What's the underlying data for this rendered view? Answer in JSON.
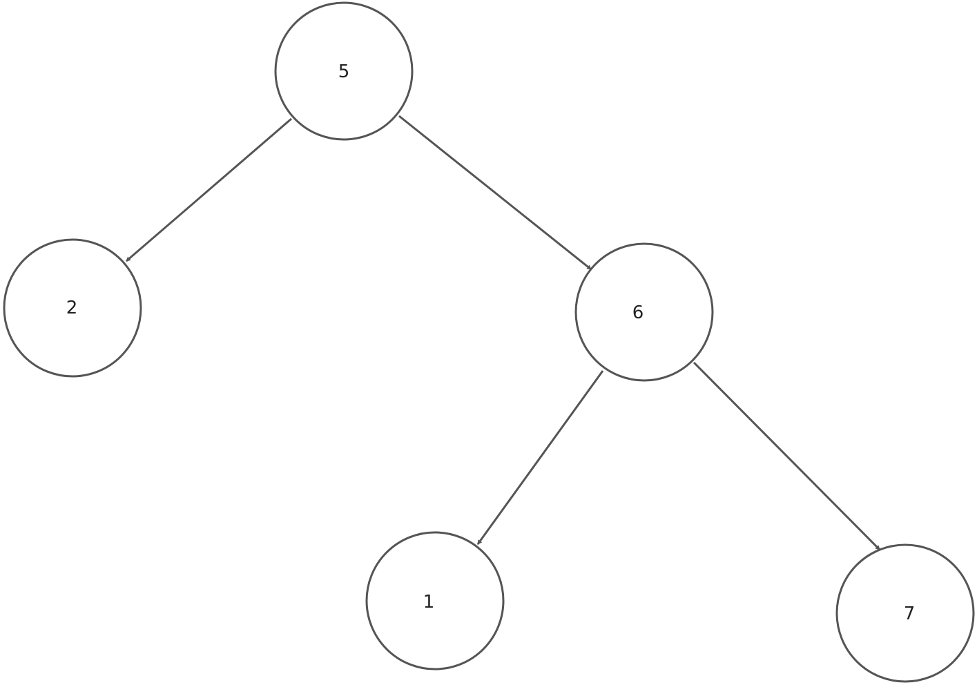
{
  "diagram": {
    "type": "binary-tree",
    "nodes": [
      {
        "id": "n5",
        "label": "5"
      },
      {
        "id": "n2",
        "label": "2"
      },
      {
        "id": "n6",
        "label": "6"
      },
      {
        "id": "n1",
        "label": "1"
      },
      {
        "id": "n7",
        "label": "7"
      }
    ],
    "edges": [
      {
        "from": "n5",
        "to": "n2"
      },
      {
        "from": "n5",
        "to": "n6"
      },
      {
        "from": "n6",
        "to": "n1"
      },
      {
        "from": "n6",
        "to": "n7"
      }
    ],
    "colors": {
      "stroke": "#555555",
      "text": "#222222",
      "background": "#ffffff"
    }
  }
}
